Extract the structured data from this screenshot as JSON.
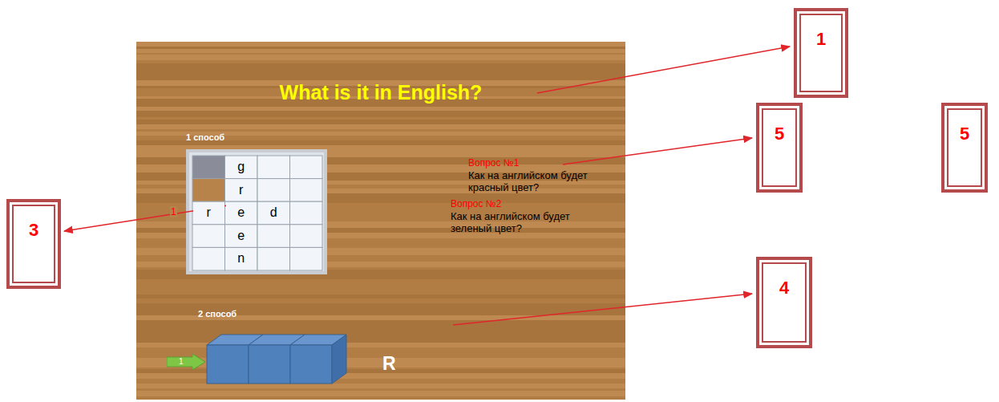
{
  "diagram": {
    "title": "What is it in English?",
    "nodes": [
      {
        "text": [
          "1"
        ]
      },
      {
        "text": [
          "5"
        ]
      },
      {
        "text": [
          "5"
        ]
      },
      {
        "text": [
          "3"
        ]
      },
      {
        "text": [
          "4"
        ]
      },
      {
        "text": [
          "1"
        ]
      }
    ],
    "labels": [
      "1 способ",
      "g",
      "r",
      "r",
      "e",
      "d",
      "e",
      "n",
      "1",
      "Вопрос №1",
      "Как на английском будет красный цвет?",
      "Вопрос №2",
      "Как на английском будет зеленый цвет?",
      "2 способ",
      "R"
    ]
  }
}
